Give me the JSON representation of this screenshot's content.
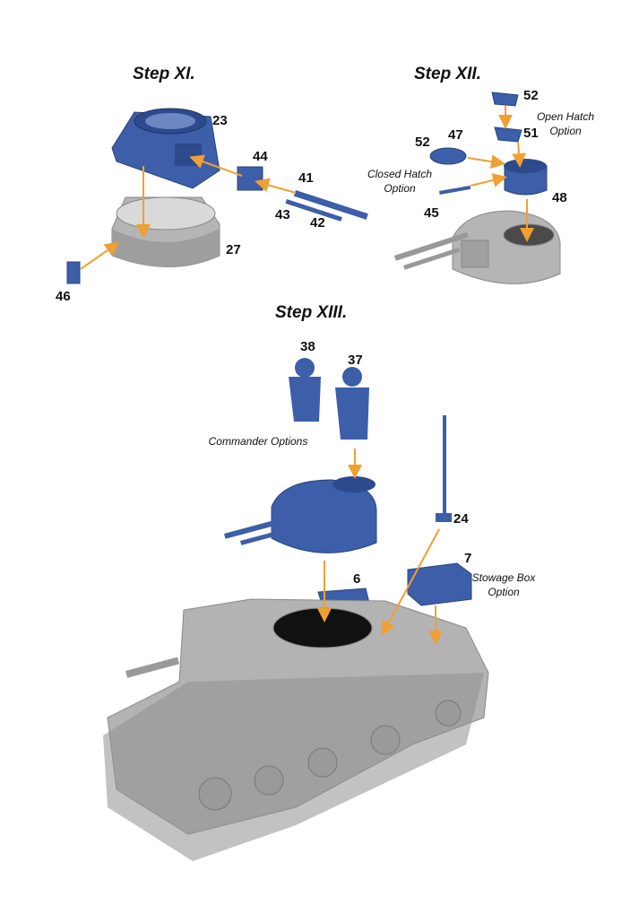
{
  "steps": {
    "step11": "Step XI.",
    "step12": "Step XII.",
    "step13": "Step XIII."
  },
  "parts": {
    "p23": "23",
    "p44": "44",
    "p41": "41",
    "p43": "43",
    "p42": "42",
    "p27": "27",
    "p46": "46",
    "p52a": "52",
    "p51": "51",
    "p52b": "52",
    "p47": "47",
    "p48": "48",
    "p45": "45",
    "p38": "38",
    "p37": "37",
    "p24": "24",
    "p7": "7",
    "p6": "6"
  },
  "notes": {
    "open_hatch": [
      "Open Hatch",
      "Option"
    ],
    "closed_hatch": [
      "Closed Hatch",
      "Option"
    ],
    "commander": "Commander Options",
    "stowage": [
      "Stowage Box",
      "Option"
    ]
  },
  "colors": {
    "blue_part": "#3d5ea8",
    "grey_part": "#a9a9a9",
    "arrow": "#f0a030"
  }
}
